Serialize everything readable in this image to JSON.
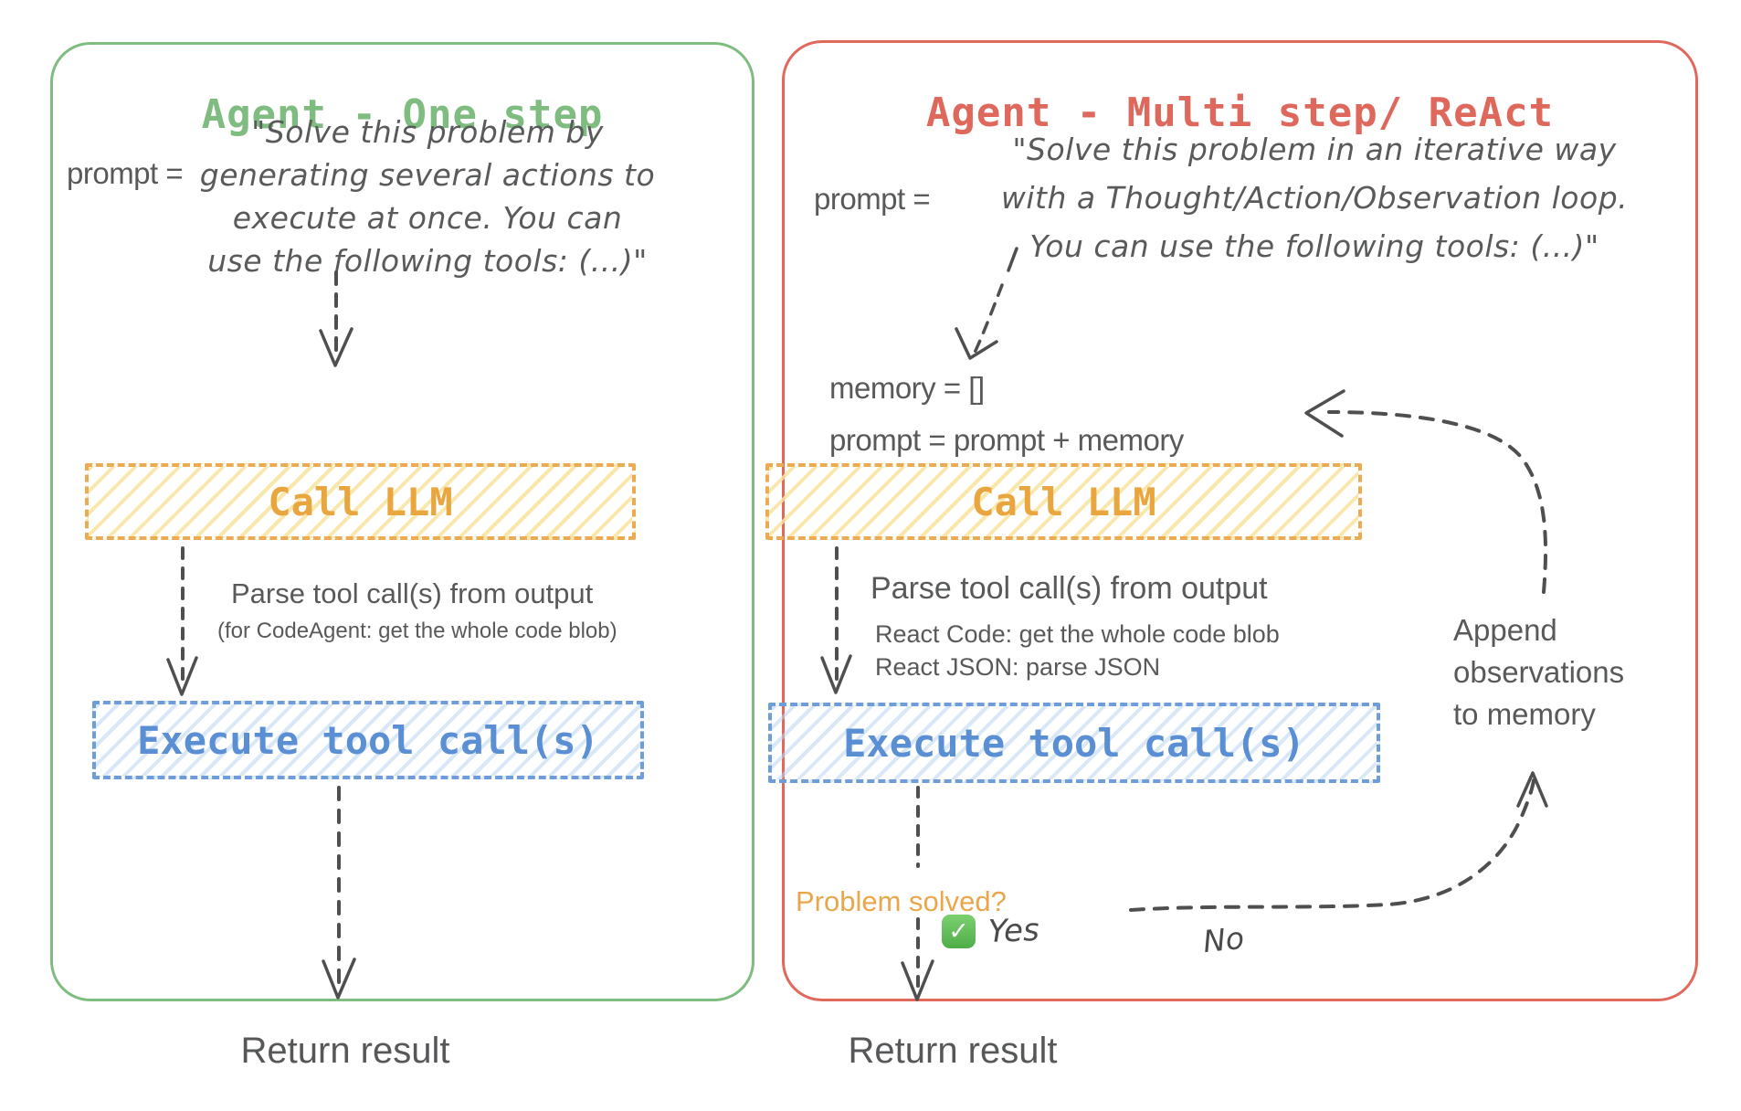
{
  "left_panel": {
    "title": "Agent - One step",
    "prompt_label": "prompt =",
    "prompt_lines": [
      "\"Solve this problem by",
      "generating several actions to",
      "execute at once. You can",
      "use the following tools: (...)\""
    ],
    "call_llm_label": "Call LLM",
    "parse_text": "Parse tool call(s) from output",
    "parse_subtext": "(for CodeAgent: get the whole code blob)",
    "execute_label": "Execute tool call(s)",
    "return_label": "Return result"
  },
  "right_panel": {
    "title": "Agent - Multi step/ ReAct",
    "prompt_label": "prompt =",
    "prompt_lines": [
      "\"Solve this problem in an iterative way",
      "with a Thought/Action/Observation loop.",
      "You can use the following tools: (...)\""
    ],
    "memory_init": "memory = []",
    "memory_update": "prompt = prompt + memory",
    "call_llm_label": "Call LLM",
    "parse_text": "Parse tool call(s) from output",
    "parse_sub_lines": [
      "React Code: get the whole code blob",
      "React JSON: parse JSON"
    ],
    "execute_label": "Execute tool call(s)",
    "problem_solved": "Problem solved?",
    "yes_label": "Yes",
    "no_label": "No",
    "check_glyph": "✓",
    "append_lines": [
      "Append",
      "observations",
      "to memory"
    ],
    "return_label": "Return result"
  },
  "colors": {
    "one_step_accent": "#7fbc80",
    "multi_step_accent": "#e0685d",
    "call_llm_border": "#ecab52",
    "call_llm_text": "#e9a63f",
    "execute_border": "#6d9ed9",
    "execute_text": "#5b8fd4",
    "problem_solved_text": "#eaa64b",
    "arrow": "#4f4f4f",
    "text": "#58595a",
    "yes_check_bg": "#5cbb55"
  }
}
